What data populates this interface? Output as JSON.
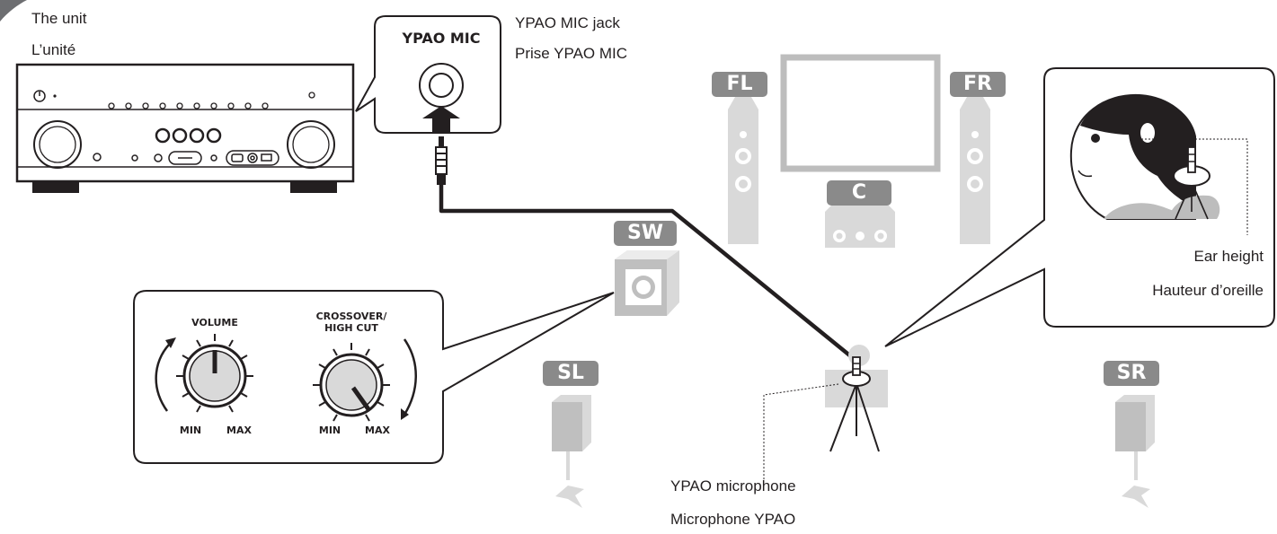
{
  "unit": {
    "label_en": "The unit",
    "label_fr": "L’unité"
  },
  "jack": {
    "callout_title": "YPAO MIC",
    "label_en": "YPAO MIC jack",
    "label_fr": "Prise YPAO MIC"
  },
  "speakers": {
    "fl": "FL",
    "fr": "FR",
    "c": "C",
    "sw": "SW",
    "sl": "SL",
    "sr": "SR"
  },
  "ear": {
    "label_en": "Ear height",
    "label_fr": "Hauteur d’oreille"
  },
  "microphone": {
    "label_en": "YPAO microphone",
    "label_fr": "Microphone YPAO"
  },
  "subwoofer_panel": {
    "volume": "VOLUME",
    "crossover_line1": "CROSSOVER/",
    "crossover_line2": "HIGH CUT",
    "min1": "MIN",
    "max1": "MAX",
    "min2": "MIN",
    "max2": "MAX"
  },
  "colors": {
    "speaker_gray": "#8a8a8a",
    "light_gray": "#d9d9d9",
    "line": "#231f20"
  }
}
